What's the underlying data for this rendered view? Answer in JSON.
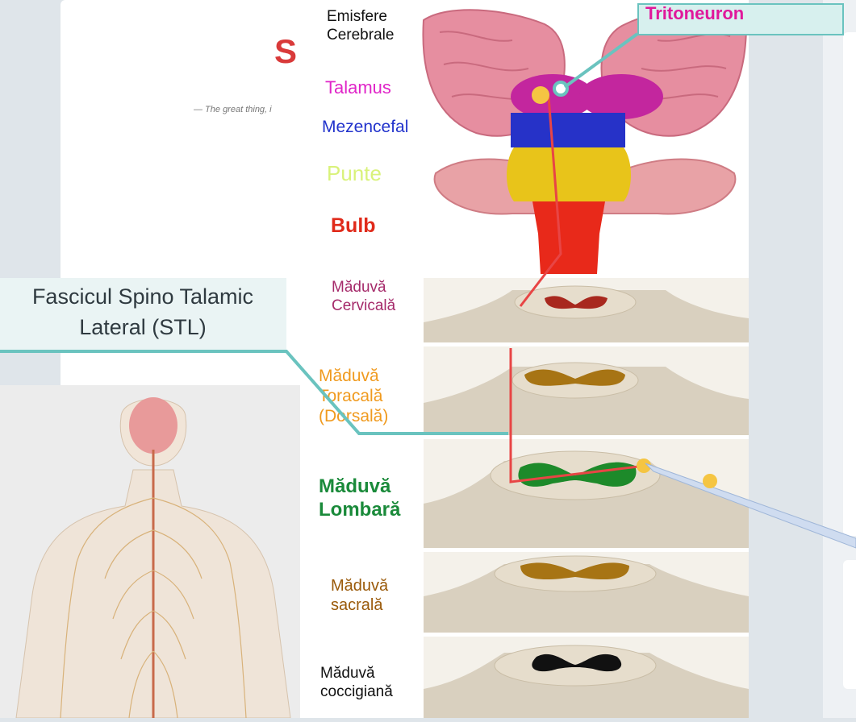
{
  "background_page": {
    "title_fragment": "S",
    "quote_fragment": "— The great thing, i"
  },
  "callouts": {
    "tract_label": "Fascicul Spino Talamic Lateral (STL)",
    "tract_line1": "Fascicul Spino Talamic",
    "tract_line2": "Lateral (STL)",
    "neuron_label": "Tritoneuron"
  },
  "segments": [
    {
      "id": "emisfere",
      "line1": "Emisfere",
      "line2": "Cerebrale",
      "color": "#111111"
    },
    {
      "id": "talamus",
      "line1": "Talamus",
      "line2": "",
      "color": "#e025c8"
    },
    {
      "id": "mezencefal",
      "line1": "Mezencefal",
      "line2": "",
      "color": "#2233cc"
    },
    {
      "id": "punte",
      "line1": "Punte",
      "line2": "",
      "color": "#d9f27a"
    },
    {
      "id": "bulb",
      "line1": "Bulb",
      "line2": "",
      "color": "#e02a1a"
    },
    {
      "id": "cervicala",
      "line1": "Măduvă",
      "line2": "Cervicală",
      "color": "#a52a6a"
    },
    {
      "id": "toracala",
      "line1": "Măduvă",
      "line2": "Toracală",
      "line3": "(Dorsală)",
      "color": "#f09a1e"
    },
    {
      "id": "lombara",
      "line1": "Măduvă",
      "line2": "Lombară",
      "color": "#1a8a3a"
    },
    {
      "id": "sacrala",
      "line1": "Măduvă",
      "line2": "sacrală",
      "color": "#9a5a0a"
    },
    {
      "id": "coccigiana",
      "line1": "Măduvă",
      "line2": "coccigiană",
      "color": "#111111"
    }
  ],
  "colors": {
    "talamus_region": "#c3269e",
    "mezencefal_region": "#2632c8",
    "punte_region": "#e8c41a",
    "bulb_region": "#e8291a",
    "cervical_gray": "#a8281e",
    "thoracic_gray": "#a77414",
    "lumbar_gray": "#1d8a2a",
    "sacral_gray": "#a77414",
    "coccygeal_gray": "#111111",
    "pathway": "#e84545",
    "callout_line": "#6ac3bf"
  }
}
